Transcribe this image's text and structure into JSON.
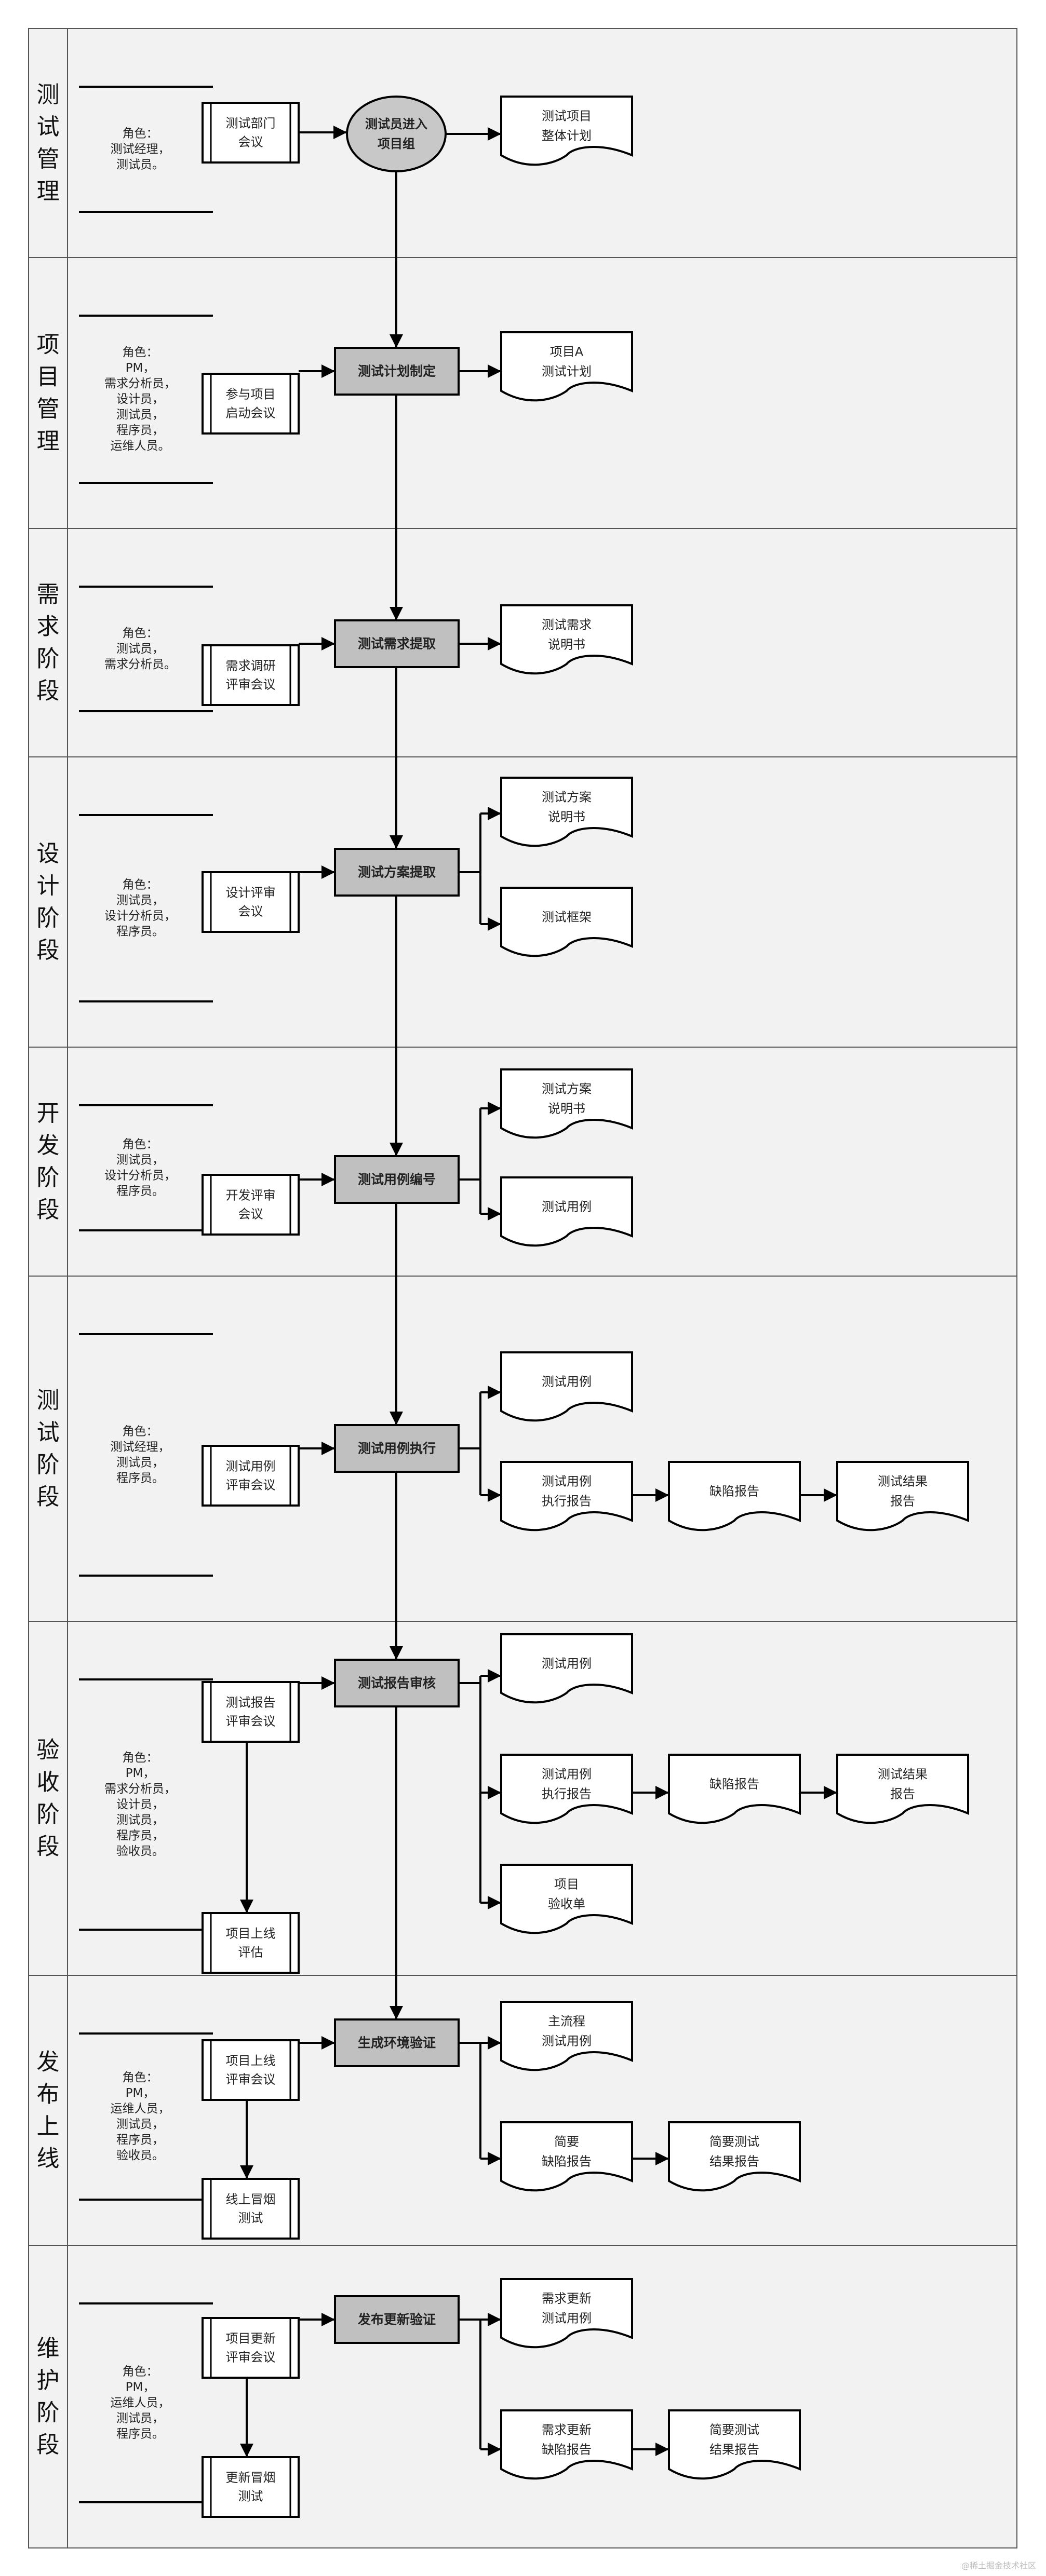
{
  "colors": {
    "background": "#f2f2f2",
    "border": "#555555",
    "stroke": "#000000",
    "process_fill": "#c0c0c0",
    "start_fill": "#c8c8c8",
    "text": "#222222",
    "watermark": "#bbbbbb"
  },
  "lanes": [
    {
      "title": "测试管理",
      "roles": [
        "角色：",
        "测试经理，",
        "测试员。"
      ]
    },
    {
      "title": "项目管理",
      "roles": [
        "角色：",
        "PM，",
        "需求分析员，",
        "设计员，",
        "测试员，",
        "程序员，",
        "运维人员。"
      ]
    },
    {
      "title": "需求阶段",
      "roles": [
        "角色：",
        "测试员，",
        "需求分析员。"
      ]
    },
    {
      "title": "设计阶段",
      "roles": [
        "角色：",
        "测试员，",
        "设计分析员，",
        "程序员。"
      ]
    },
    {
      "title": "开发阶段",
      "roles": [
        "角色：",
        "测试员，",
        "设计分析员，",
        "程序员。"
      ]
    },
    {
      "title": "测试阶段",
      "roles": [
        "角色：",
        "测试经理，",
        "测试员，",
        "程序员。"
      ]
    },
    {
      "title": "验收阶段",
      "roles": [
        "角色：",
        "PM，",
        "需求分析员，",
        "设计员，",
        "测试员，",
        "程序员，",
        "验收员。"
      ]
    },
    {
      "title": "发布上线",
      "roles": [
        "角色：",
        "PM，",
        "运维人员，",
        "测试员，",
        "程序员，",
        "验收员。"
      ]
    },
    {
      "title": "维护阶段",
      "roles": [
        "角色：",
        "PM，",
        "运维人员，",
        "测试员，",
        "程序员。"
      ]
    }
  ],
  "start": {
    "id": "start",
    "label": "测试员进入\n项目组"
  },
  "meetings": [
    {
      "id": "m1",
      "label": "测试部门\n会议"
    },
    {
      "id": "m2",
      "label": "参与项目\n启动会议"
    },
    {
      "id": "m3",
      "label": "需求调研\n评审会议"
    },
    {
      "id": "m4",
      "label": "设计评审\n会议"
    },
    {
      "id": "m5",
      "label": "开发评审\n会议"
    },
    {
      "id": "m6",
      "label": "测试用例\n评审会议"
    },
    {
      "id": "m7",
      "label": "测试报告\n评审会议"
    },
    {
      "id": "m7b",
      "label": "项目上线\n评估"
    },
    {
      "id": "m8",
      "label": "项目上线\n评审会议"
    },
    {
      "id": "m8b",
      "label": "线上冒烟\n测试"
    },
    {
      "id": "m9",
      "label": "项目更新\n评审会议"
    },
    {
      "id": "m9b",
      "label": "更新冒烟\n测试"
    }
  ],
  "processes": [
    {
      "id": "p2",
      "label": "测试计划制定"
    },
    {
      "id": "p3",
      "label": "测试需求提取"
    },
    {
      "id": "p4",
      "label": "测试方案提取"
    },
    {
      "id": "p5",
      "label": "测试用例编号"
    },
    {
      "id": "p6",
      "label": "测试用例执行"
    },
    {
      "id": "p7",
      "label": "测试报告审核"
    },
    {
      "id": "p8",
      "label": "生成环境验证"
    },
    {
      "id": "p9",
      "label": "发布更新验证"
    }
  ],
  "documents": [
    {
      "id": "d1",
      "label": "测试项目\n整体计划"
    },
    {
      "id": "d2",
      "label": "项目A\n测试计划"
    },
    {
      "id": "d3",
      "label": "测试需求\n说明书"
    },
    {
      "id": "d4a",
      "label": "测试方案\n说明书"
    },
    {
      "id": "d4b",
      "label": "测试框架"
    },
    {
      "id": "d5a",
      "label": "测试方案\n说明书"
    },
    {
      "id": "d5b",
      "label": "测试用例"
    },
    {
      "id": "d6a",
      "label": "测试用例"
    },
    {
      "id": "d6b",
      "label": "测试用例\n执行报告"
    },
    {
      "id": "d6c",
      "label": "缺陷报告"
    },
    {
      "id": "d6d",
      "label": "测试结果\n报告"
    },
    {
      "id": "d7a",
      "label": "测试用例"
    },
    {
      "id": "d7b",
      "label": "测试用例\n执行报告"
    },
    {
      "id": "d7c",
      "label": "缺陷报告"
    },
    {
      "id": "d7d",
      "label": "测试结果\n报告"
    },
    {
      "id": "d7e",
      "label": "项目\n验收单"
    },
    {
      "id": "d8a",
      "label": "主流程\n测试用例"
    },
    {
      "id": "d8b",
      "label": "简要\n缺陷报告"
    },
    {
      "id": "d8c",
      "label": "简要测试\n结果报告"
    },
    {
      "id": "d9a",
      "label": "需求更新\n测试用例"
    },
    {
      "id": "d9b",
      "label": "需求更新\n缺陷报告"
    },
    {
      "id": "d9c",
      "label": "简要测试\n结果报告"
    }
  ],
  "watermark": "@稀土掘金技术社区"
}
